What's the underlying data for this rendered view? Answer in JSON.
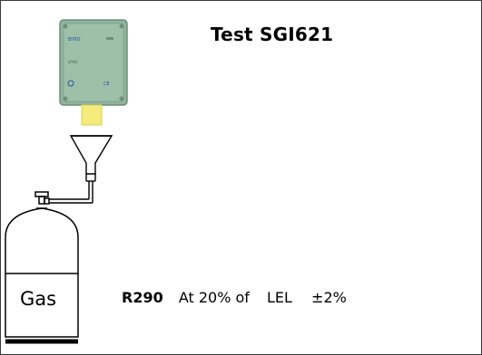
{
  "title": "Test SGI621",
  "cylinder_label": "Gas",
  "spec": {
    "gas": "R290",
    "condition": "At 20% of",
    "unit": "LEL",
    "tolerance": "±2%"
  },
  "device": {
    "brand_text": "BYRD",
    "model_text": "LPVG",
    "mark_text": "CE"
  },
  "colors": {
    "device_body": "#8fb39c",
    "device_border": "#6e8f7a",
    "nozzle": "#f3ec7c",
    "line": "#000000"
  }
}
